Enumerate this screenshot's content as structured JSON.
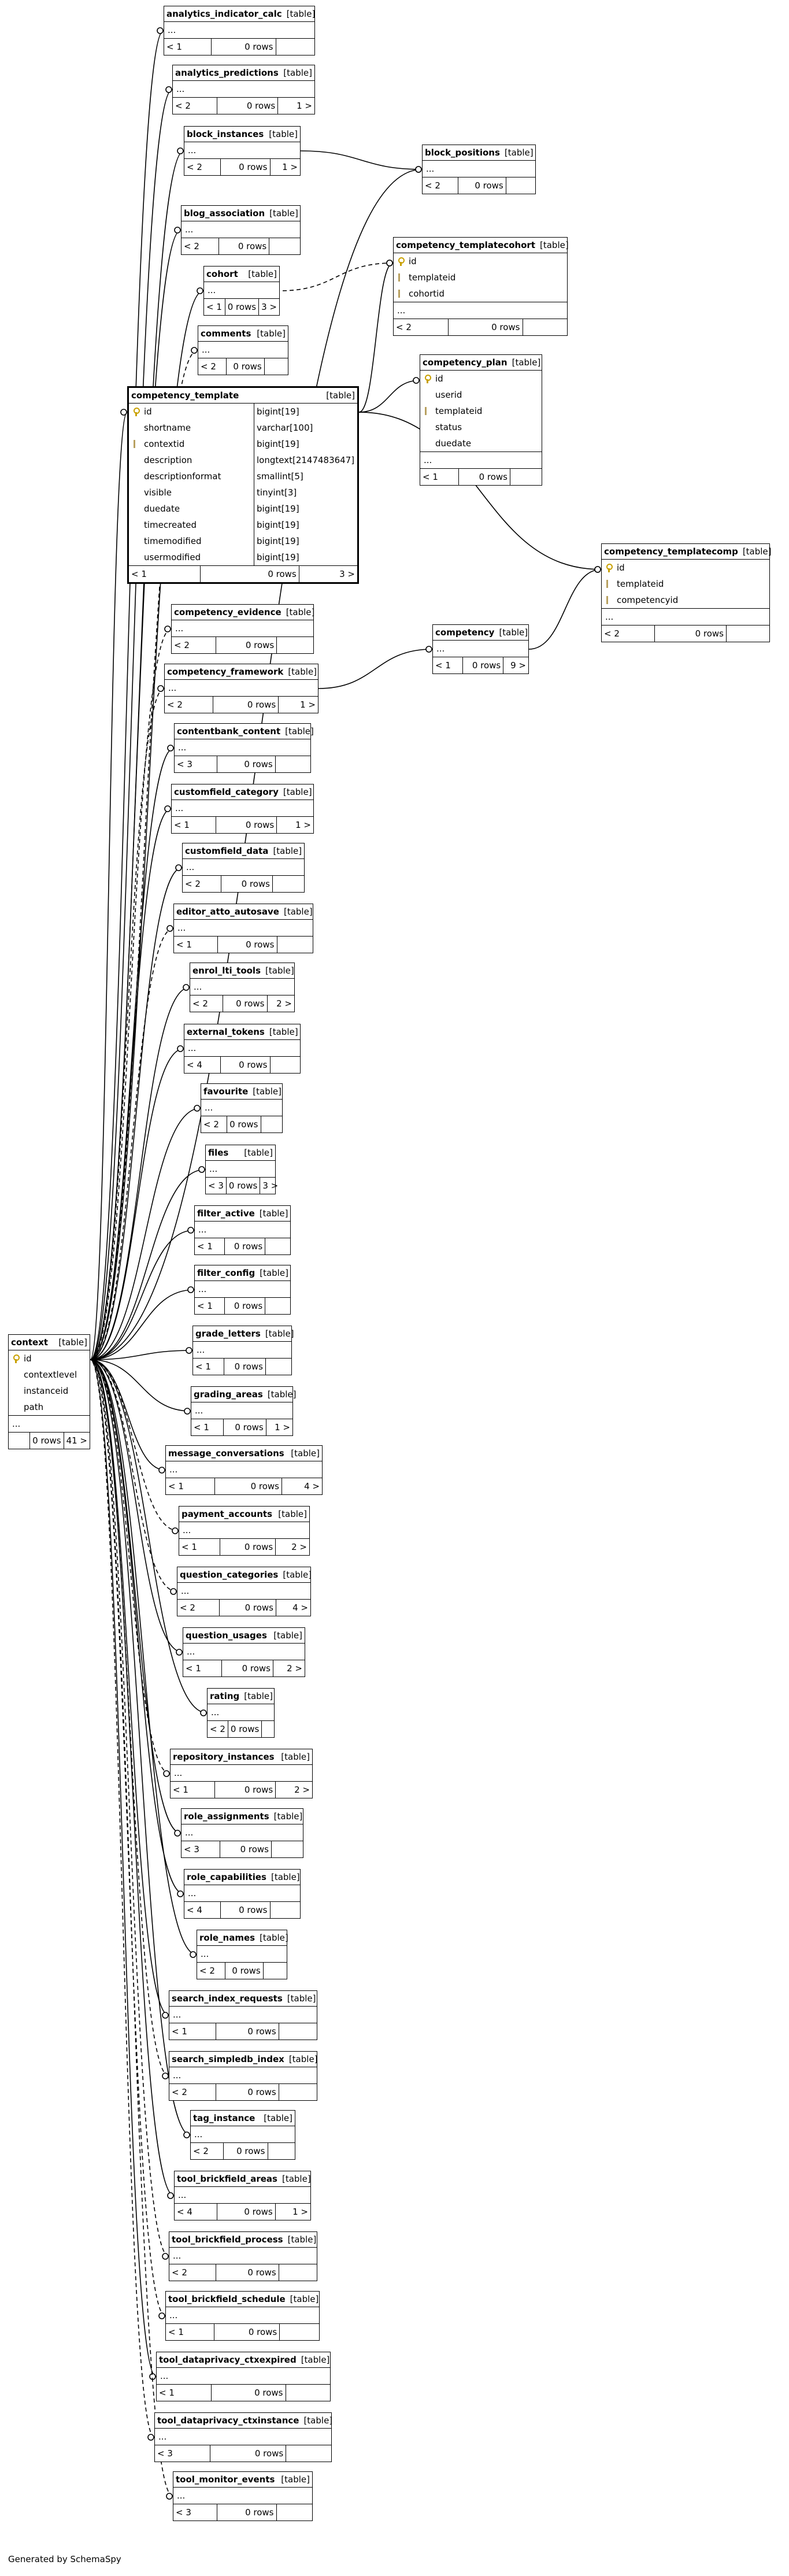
{
  "footer": "Generated by SchemaSpy",
  "tables": [
    {
      "id": "t0",
      "name": "analytics_indicator_calc",
      "type": "[table]",
      "columns": [],
      "ellipsis": "...",
      "parents": "< 1",
      "rows": "0 rows",
      "children": ""
    },
    {
      "id": "t1",
      "name": "analytics_predictions",
      "type": "[table]",
      "columns": [],
      "ellipsis": "...",
      "parents": "< 2",
      "rows": "0 rows",
      "children": "1 >"
    },
    {
      "id": "t2",
      "name": "block_instances",
      "type": "[table]",
      "columns": [],
      "ellipsis": "...",
      "parents": "< 2",
      "rows": "0 rows",
      "children": "1 >"
    },
    {
      "id": "t3",
      "name": "block_positions",
      "type": "[table]",
      "columns": [],
      "ellipsis": "...",
      "parents": "< 2",
      "rows": "0 rows",
      "children": ""
    },
    {
      "id": "t4",
      "name": "blog_association",
      "type": "[table]",
      "columns": [],
      "ellipsis": "...",
      "parents": "< 2",
      "rows": "0 rows",
      "children": ""
    },
    {
      "id": "t5",
      "name": "cohort",
      "type": "[table]",
      "columns": [],
      "ellipsis": "...",
      "parents": "< 1",
      "rows": "0 rows",
      "children": "3 >"
    },
    {
      "id": "t6",
      "name": "competency_templatecohort",
      "type": "[table]",
      "columns": [
        {
          "name": "id",
          "ctype": "",
          "key": "pk"
        },
        {
          "name": "templateid",
          "ctype": "",
          "key": "fk"
        },
        {
          "name": "cohortid",
          "ctype": "",
          "key": "fk"
        }
      ],
      "ellipsis": "...",
      "parents": "< 2",
      "rows": "0 rows",
      "children": ""
    },
    {
      "id": "t7",
      "name": "comments",
      "type": "[table]",
      "columns": [],
      "ellipsis": "...",
      "parents": "< 2",
      "rows": "0 rows",
      "children": ""
    },
    {
      "id": "t8",
      "name": "competency_template",
      "type": "[table]",
      "columns": [
        {
          "name": "id",
          "ctype": "bigint[19]",
          "key": "pk"
        },
        {
          "name": "shortname",
          "ctype": "varchar[100]",
          "key": ""
        },
        {
          "name": "contextid",
          "ctype": "bigint[19]",
          "key": "fk"
        },
        {
          "name": "description",
          "ctype": "longtext[2147483647]",
          "key": ""
        },
        {
          "name": "descriptionformat",
          "ctype": "smallint[5]",
          "key": ""
        },
        {
          "name": "visible",
          "ctype": "tinyint[3]",
          "key": ""
        },
        {
          "name": "duedate",
          "ctype": "bigint[19]",
          "key": ""
        },
        {
          "name": "timecreated",
          "ctype": "bigint[19]",
          "key": ""
        },
        {
          "name": "timemodified",
          "ctype": "bigint[19]",
          "key": ""
        },
        {
          "name": "usermodified",
          "ctype": "bigint[19]",
          "key": ""
        }
      ],
      "ellipsis": "",
      "parents": "< 1",
      "rows": "0 rows",
      "children": "3 >"
    },
    {
      "id": "t9",
      "name": "competency_plan",
      "type": "[table]",
      "columns": [
        {
          "name": "id",
          "ctype": "",
          "key": "pk"
        },
        {
          "name": "userid",
          "ctype": "",
          "key": ""
        },
        {
          "name": "templateid",
          "ctype": "",
          "key": "fk"
        },
        {
          "name": "status",
          "ctype": "",
          "key": ""
        },
        {
          "name": "duedate",
          "ctype": "",
          "key": ""
        }
      ],
      "ellipsis": "...",
      "parents": "< 1",
      "rows": "0 rows",
      "children": ""
    },
    {
      "id": "t10",
      "name": "competency_templatecomp",
      "type": "[table]",
      "columns": [
        {
          "name": "id",
          "ctype": "",
          "key": "pk"
        },
        {
          "name": "templateid",
          "ctype": "",
          "key": "fk"
        },
        {
          "name": "competencyid",
          "ctype": "",
          "key": "fk"
        }
      ],
      "ellipsis": "...",
      "parents": "< 2",
      "rows": "0 rows",
      "children": ""
    },
    {
      "id": "t11",
      "name": "competency_evidence",
      "type": "[table]",
      "columns": [],
      "ellipsis": "...",
      "parents": "< 2",
      "rows": "0 rows",
      "children": ""
    },
    {
      "id": "t12",
      "name": "competency",
      "type": "[table]",
      "columns": [],
      "ellipsis": "...",
      "parents": "< 1",
      "rows": "0 rows",
      "children": "9 >"
    },
    {
      "id": "t13",
      "name": "competency_framework",
      "type": "[table]",
      "columns": [],
      "ellipsis": "...",
      "parents": "< 2",
      "rows": "0 rows",
      "children": "1 >"
    },
    {
      "id": "t14",
      "name": "contentbank_content",
      "type": "[table]",
      "columns": [],
      "ellipsis": "...",
      "parents": "< 3",
      "rows": "0 rows",
      "children": ""
    },
    {
      "id": "t15",
      "name": "customfield_category",
      "type": "[table]",
      "columns": [],
      "ellipsis": "...",
      "parents": "< 1",
      "rows": "0 rows",
      "children": "1 >"
    },
    {
      "id": "t16",
      "name": "customfield_data",
      "type": "[table]",
      "columns": [],
      "ellipsis": "...",
      "parents": "< 2",
      "rows": "0 rows",
      "children": ""
    },
    {
      "id": "t17",
      "name": "editor_atto_autosave",
      "type": "[table]",
      "columns": [],
      "ellipsis": "...",
      "parents": "< 1",
      "rows": "0 rows",
      "children": ""
    },
    {
      "id": "t18",
      "name": "enrol_lti_tools",
      "type": "[table]",
      "columns": [],
      "ellipsis": "...",
      "parents": "< 2",
      "rows": "0 rows",
      "children": "2 >"
    },
    {
      "id": "t19",
      "name": "external_tokens",
      "type": "[table]",
      "columns": [],
      "ellipsis": "...",
      "parents": "< 4",
      "rows": "0 rows",
      "children": ""
    },
    {
      "id": "t20",
      "name": "favourite",
      "type": "[table]",
      "columns": [],
      "ellipsis": "...",
      "parents": "< 2",
      "rows": "0 rows",
      "children": ""
    },
    {
      "id": "t21",
      "name": "files",
      "type": "[table]",
      "columns": [],
      "ellipsis": "...",
      "parents": "< 3",
      "rows": "0 rows",
      "children": "3 >"
    },
    {
      "id": "t22",
      "name": "filter_active",
      "type": "[table]",
      "columns": [],
      "ellipsis": "...",
      "parents": "< 1",
      "rows": "0 rows",
      "children": ""
    },
    {
      "id": "t23",
      "name": "filter_config",
      "type": "[table]",
      "columns": [],
      "ellipsis": "...",
      "parents": "< 1",
      "rows": "0 rows",
      "children": ""
    },
    {
      "id": "t24",
      "name": "grade_letters",
      "type": "[table]",
      "columns": [],
      "ellipsis": "...",
      "parents": "< 1",
      "rows": "0 rows",
      "children": ""
    },
    {
      "id": "t25",
      "name": "grading_areas",
      "type": "[table]",
      "columns": [],
      "ellipsis": "...",
      "parents": "< 1",
      "rows": "0 rows",
      "children": "1 >"
    },
    {
      "id": "t26",
      "name": "context",
      "type": "[table]",
      "columns": [
        {
          "name": "id",
          "ctype": "",
          "key": "pk"
        },
        {
          "name": "contextlevel",
          "ctype": "",
          "key": ""
        },
        {
          "name": "instanceid",
          "ctype": "",
          "key": ""
        },
        {
          "name": "path",
          "ctype": "",
          "key": ""
        }
      ],
      "ellipsis": "...",
      "parents": "",
      "rows": "0 rows",
      "children": "41 >"
    },
    {
      "id": "t27",
      "name": "message_conversations",
      "type": "[table]",
      "columns": [],
      "ellipsis": "...",
      "parents": "< 1",
      "rows": "0 rows",
      "children": "4 >"
    },
    {
      "id": "t28",
      "name": "payment_accounts",
      "type": "[table]",
      "columns": [],
      "ellipsis": "...",
      "parents": "< 1",
      "rows": "0 rows",
      "children": "2 >"
    },
    {
      "id": "t29",
      "name": "question_categories",
      "type": "[table]",
      "columns": [],
      "ellipsis": "...",
      "parents": "< 2",
      "rows": "0 rows",
      "children": "4 >"
    },
    {
      "id": "t30",
      "name": "question_usages",
      "type": "[table]",
      "columns": [],
      "ellipsis": "...",
      "parents": "< 1",
      "rows": "0 rows",
      "children": "2 >"
    },
    {
      "id": "t31",
      "name": "rating",
      "type": "[table]",
      "columns": [],
      "ellipsis": "...",
      "parents": "< 2",
      "rows": "0 rows",
      "children": ""
    },
    {
      "id": "t32",
      "name": "repository_instances",
      "type": "[table]",
      "columns": [],
      "ellipsis": "...",
      "parents": "< 1",
      "rows": "0 rows",
      "children": "2 >"
    },
    {
      "id": "t33",
      "name": "role_assignments",
      "type": "[table]",
      "columns": [],
      "ellipsis": "...",
      "parents": "< 3",
      "rows": "0 rows",
      "children": ""
    },
    {
      "id": "t34",
      "name": "role_capabilities",
      "type": "[table]",
      "columns": [],
      "ellipsis": "...",
      "parents": "< 4",
      "rows": "0 rows",
      "children": ""
    },
    {
      "id": "t35",
      "name": "role_names",
      "type": "[table]",
      "columns": [],
      "ellipsis": "...",
      "parents": "< 2",
      "rows": "0 rows",
      "children": ""
    },
    {
      "id": "t36",
      "name": "search_index_requests",
      "type": "[table]",
      "columns": [],
      "ellipsis": "...",
      "parents": "< 1",
      "rows": "0 rows",
      "children": ""
    },
    {
      "id": "t37",
      "name": "search_simpledb_index",
      "type": "[table]",
      "columns": [],
      "ellipsis": "...",
      "parents": "< 2",
      "rows": "0 rows",
      "children": ""
    },
    {
      "id": "t38",
      "name": "tag_instance",
      "type": "[table]",
      "columns": [],
      "ellipsis": "...",
      "parents": "< 2",
      "rows": "0 rows",
      "children": ""
    },
    {
      "id": "t39",
      "name": "tool_brickfield_areas",
      "type": "[table]",
      "columns": [],
      "ellipsis": "...",
      "parents": "< 4",
      "rows": "0 rows",
      "children": "1 >"
    },
    {
      "id": "t40",
      "name": "tool_brickfield_process",
      "type": "[table]",
      "columns": [],
      "ellipsis": "...",
      "parents": "< 2",
      "rows": "0 rows",
      "children": ""
    },
    {
      "id": "t41",
      "name": "tool_brickfield_schedule",
      "type": "[table]",
      "columns": [],
      "ellipsis": "...",
      "parents": "< 1",
      "rows": "0 rows",
      "children": ""
    },
    {
      "id": "t42",
      "name": "tool_dataprivacy_ctxexpired",
      "type": "[table]",
      "columns": [],
      "ellipsis": "...",
      "parents": "< 1",
      "rows": "0 rows",
      "children": ""
    },
    {
      "id": "t43",
      "name": "tool_dataprivacy_ctxinstance",
      "type": "[table]",
      "columns": [],
      "ellipsis": "...",
      "parents": "< 3",
      "rows": "0 rows",
      "children": ""
    },
    {
      "id": "t44",
      "name": "tool_monitor_events",
      "type": "[table]",
      "columns": [],
      "ellipsis": "...",
      "parents": "< 3",
      "rows": "0 rows",
      "children": ""
    }
  ],
  "relations": [
    {
      "from": "t0",
      "to": "t26",
      "style": "solid"
    },
    {
      "from": "t1",
      "to": "t26",
      "style": "solid"
    },
    {
      "from": "t2",
      "to": "t26",
      "style": "solid"
    },
    {
      "from": "t3",
      "to": "t2",
      "style": "solid"
    },
    {
      "from": "t3",
      "to": "t26",
      "style": "solid"
    },
    {
      "from": "t4",
      "to": "t26",
      "style": "solid"
    },
    {
      "from": "t5",
      "to": "t26",
      "style": "solid"
    },
    {
      "from": "t6",
      "to": "t8",
      "style": "solid"
    },
    {
      "from": "t6",
      "to": "t5",
      "style": "dashed"
    },
    {
      "from": "t7",
      "to": "t26",
      "style": "dashed"
    },
    {
      "from": "t8",
      "to": "t26",
      "style": "solid"
    },
    {
      "from": "t9",
      "to": "t8",
      "style": "solid"
    },
    {
      "from": "t10",
      "to": "t8",
      "style": "solid"
    },
    {
      "from": "t10",
      "to": "t12",
      "style": "solid"
    },
    {
      "from": "t11",
      "to": "t26",
      "style": "dashed"
    },
    {
      "from": "t12",
      "to": "t13",
      "style": "solid"
    },
    {
      "from": "t13",
      "to": "t26",
      "style": "dashed"
    },
    {
      "from": "t14",
      "to": "t26",
      "style": "solid"
    },
    {
      "from": "t15",
      "to": "t26",
      "style": "solid"
    },
    {
      "from": "t16",
      "to": "t26",
      "style": "solid"
    },
    {
      "from": "t17",
      "to": "t26",
      "style": "dashed"
    },
    {
      "from": "t18",
      "to": "t26",
      "style": "solid"
    },
    {
      "from": "t19",
      "to": "t26",
      "style": "solid"
    },
    {
      "from": "t20",
      "to": "t26",
      "style": "solid"
    },
    {
      "from": "t21",
      "to": "t26",
      "style": "solid"
    },
    {
      "from": "t22",
      "to": "t26",
      "style": "solid"
    },
    {
      "from": "t23",
      "to": "t26",
      "style": "solid"
    },
    {
      "from": "t24",
      "to": "t26",
      "style": "solid"
    },
    {
      "from": "t25",
      "to": "t26",
      "style": "solid"
    },
    {
      "from": "t27",
      "to": "t26",
      "style": "solid"
    },
    {
      "from": "t28",
      "to": "t26",
      "style": "dashed"
    },
    {
      "from": "t29",
      "to": "t26",
      "style": "dashed"
    },
    {
      "from": "t30",
      "to": "t26",
      "style": "solid"
    },
    {
      "from": "t31",
      "to": "t26",
      "style": "solid"
    },
    {
      "from": "t32",
      "to": "t26",
      "style": "dashed"
    },
    {
      "from": "t33",
      "to": "t26",
      "style": "solid"
    },
    {
      "from": "t34",
      "to": "t26",
      "style": "solid"
    },
    {
      "from": "t35",
      "to": "t26",
      "style": "solid"
    },
    {
      "from": "t36",
      "to": "t26",
      "style": "solid"
    },
    {
      "from": "t37",
      "to": "t26",
      "style": "dashed"
    },
    {
      "from": "t38",
      "to": "t26",
      "style": "solid"
    },
    {
      "from": "t39",
      "to": "t26",
      "style": "solid"
    },
    {
      "from": "t40",
      "to": "t26",
      "style": "dashed"
    },
    {
      "from": "t41",
      "to": "t26",
      "style": "dashed"
    },
    {
      "from": "t42",
      "to": "t26",
      "style": "solid"
    },
    {
      "from": "t43",
      "to": "t26",
      "style": "dashed"
    },
    {
      "from": "t44",
      "to": "t26",
      "style": "dashed"
    }
  ]
}
